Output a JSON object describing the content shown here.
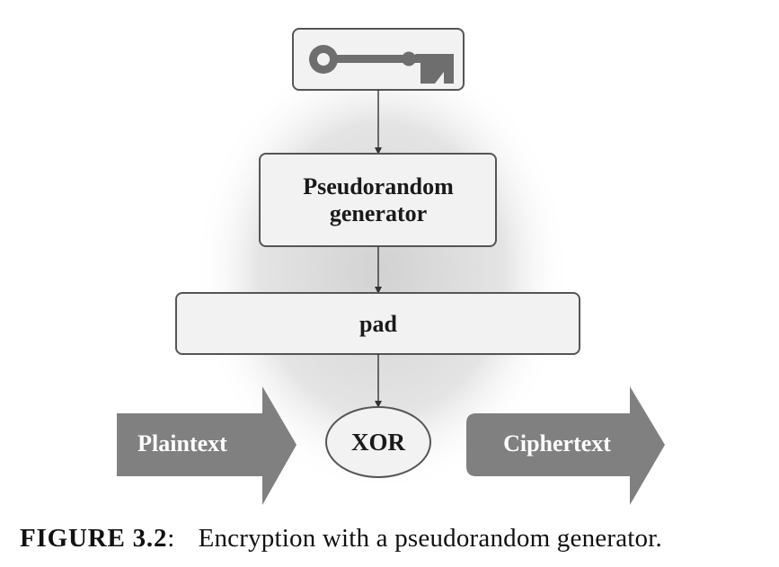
{
  "diagram": {
    "key_icon": "key-icon",
    "generator_line1": "Pseudorandom",
    "generator_line2": "generator",
    "pad_label": "pad",
    "xor_label": "XOR",
    "plaintext_label": "Plaintext",
    "ciphertext_label": "Ciphertext"
  },
  "caption": {
    "label": "FIGURE 3.2",
    "colon": ":",
    "text": "Encryption with a pseudorandom generator."
  },
  "colors": {
    "box_fill": "#f2f2f2",
    "box_stroke": "#555555",
    "arrow_fill": "#808080",
    "key_fill": "#707070",
    "halo": "#d9d9d9"
  }
}
